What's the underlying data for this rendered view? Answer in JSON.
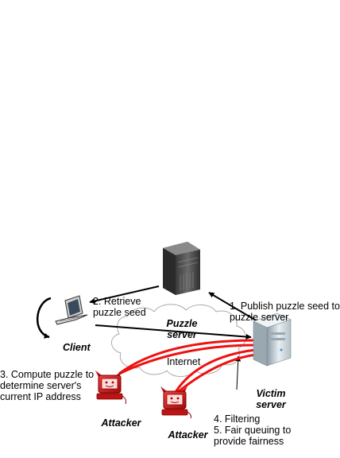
{
  "nodes": {
    "puzzle_server": {
      "label_line1": "Puzzle",
      "label_line2": "server"
    },
    "client": {
      "label": "Client"
    },
    "victim_server": {
      "label_line1": "Victim",
      "label_line2": "server"
    },
    "attackers": [
      {
        "label": "Attacker"
      },
      {
        "label": "Attacker"
      }
    ],
    "internet": {
      "label": "Internet"
    }
  },
  "steps": {
    "step1_line1": "1. Publish puzzle seed to",
    "step1_line2": "puzzle server",
    "step2_line1": "2. Retrieve",
    "step2_line2": "puzzle seed",
    "step3_line1": "3. Compute puzzle to",
    "step3_line2": "determine server's",
    "step3_line3": "current IP address",
    "step4_line1": "4. Filtering",
    "step5_line1": "5. Fair queuing to",
    "step5_line2": "provide fairness"
  },
  "colors": {
    "attack_flow": "#ee1111",
    "attacker_body": "#d01818",
    "arrows": "#000000",
    "cloud_outline": "#aaaaaa"
  },
  "icons": {
    "puzzle_server": "tower-server-icon",
    "client": "laptop-icon",
    "victim_server": "tower-server-icon",
    "attacker": "devil-computer-icon"
  }
}
